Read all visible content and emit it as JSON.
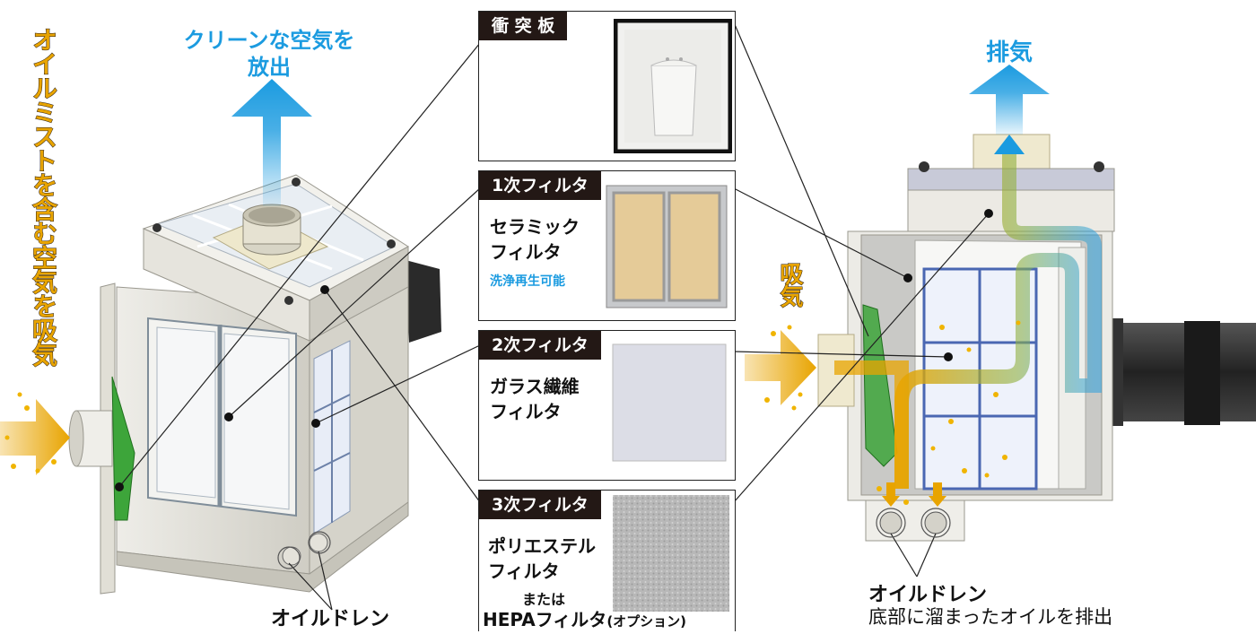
{
  "left_unit": {
    "intake_label": "オイルミストを含む空気を吸気",
    "exhaust_label_line1": "クリーンな空気を",
    "exhaust_label_line2": "放出",
    "drain_label": "オイルドレン"
  },
  "right_unit": {
    "exhaust_label": "排気",
    "intake_label": "吸気",
    "drain_label": "オイルドレン",
    "drain_desc": "底部に溜まったオイルを排出"
  },
  "panels": [
    {
      "tag": "衝 突 板",
      "desc": ""
    },
    {
      "tag": "1次フィルタ",
      "desc": "セラミック\nフィルタ",
      "note": "洗浄再生可能"
    },
    {
      "tag": "2次フィルタ",
      "desc": "ガラス繊維\nフィルタ"
    },
    {
      "tag": "3次フィルタ",
      "desc": "ポリエステル\nフィルタ",
      "desc2": "または",
      "desc3": "HEPAフィルタ",
      "desc3_suffix": "(オプション)"
    }
  ],
  "colors": {
    "clean_air": "#1b9be0",
    "oil_air": "#e8a400",
    "impact_plate": "#3da53a",
    "frame": "#d9d7cf"
  }
}
